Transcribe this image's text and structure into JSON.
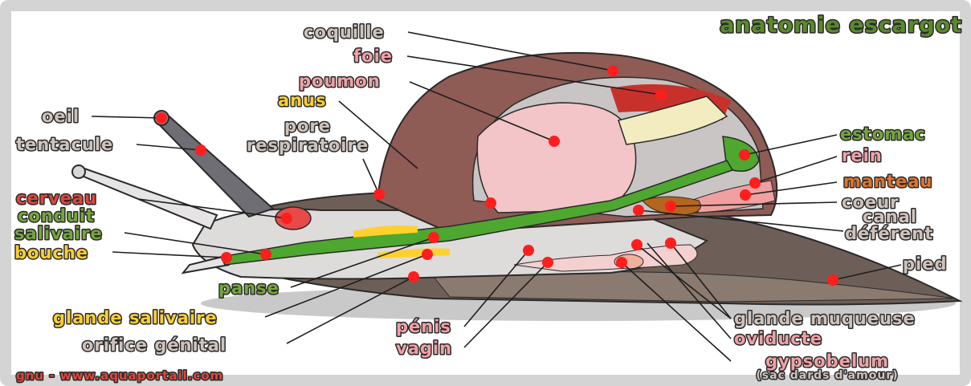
{
  "title": "anatomie escargot",
  "credit": "gnu - www.aquaportail.com",
  "labels": {
    "coquille": "coquille",
    "foie": "foie",
    "poumon": "poumon",
    "anus": "anus",
    "pore_1": "pore",
    "pore_2": "respiratoire",
    "oeil": "oeil",
    "tentacule": "tentacule",
    "cerveau": "cerveau",
    "conduit": "conduit",
    "salivaire": "salivaire",
    "bouche": "bouche",
    "panse": "panse",
    "glande_salivaire": "glande salivaire",
    "orifice_genital": "orifice génital",
    "penis": "pénis",
    "vagin": "vagin",
    "estomac": "estomac",
    "rein": "rein",
    "manteau": "manteau",
    "coeur": "coeur",
    "canal": "canal",
    "deferent": "déférent",
    "pied": "pied",
    "glande_muqueuse": "glande muqueuse",
    "oviducte": "oviducte",
    "gypsobelum": "gypsobelum",
    "sac_dards": "(sac dards d'amour)"
  },
  "colors": {
    "label_gray": "#cfc3bb",
    "label_pink": "#f1a0a6",
    "label_red": "#e0453c",
    "label_green": "#74a63c",
    "label_orange": "#e0742a",
    "label_yellow": "#ffcf2e",
    "marker": "#ff1e1e",
    "frame": "#d4d4d4"
  }
}
